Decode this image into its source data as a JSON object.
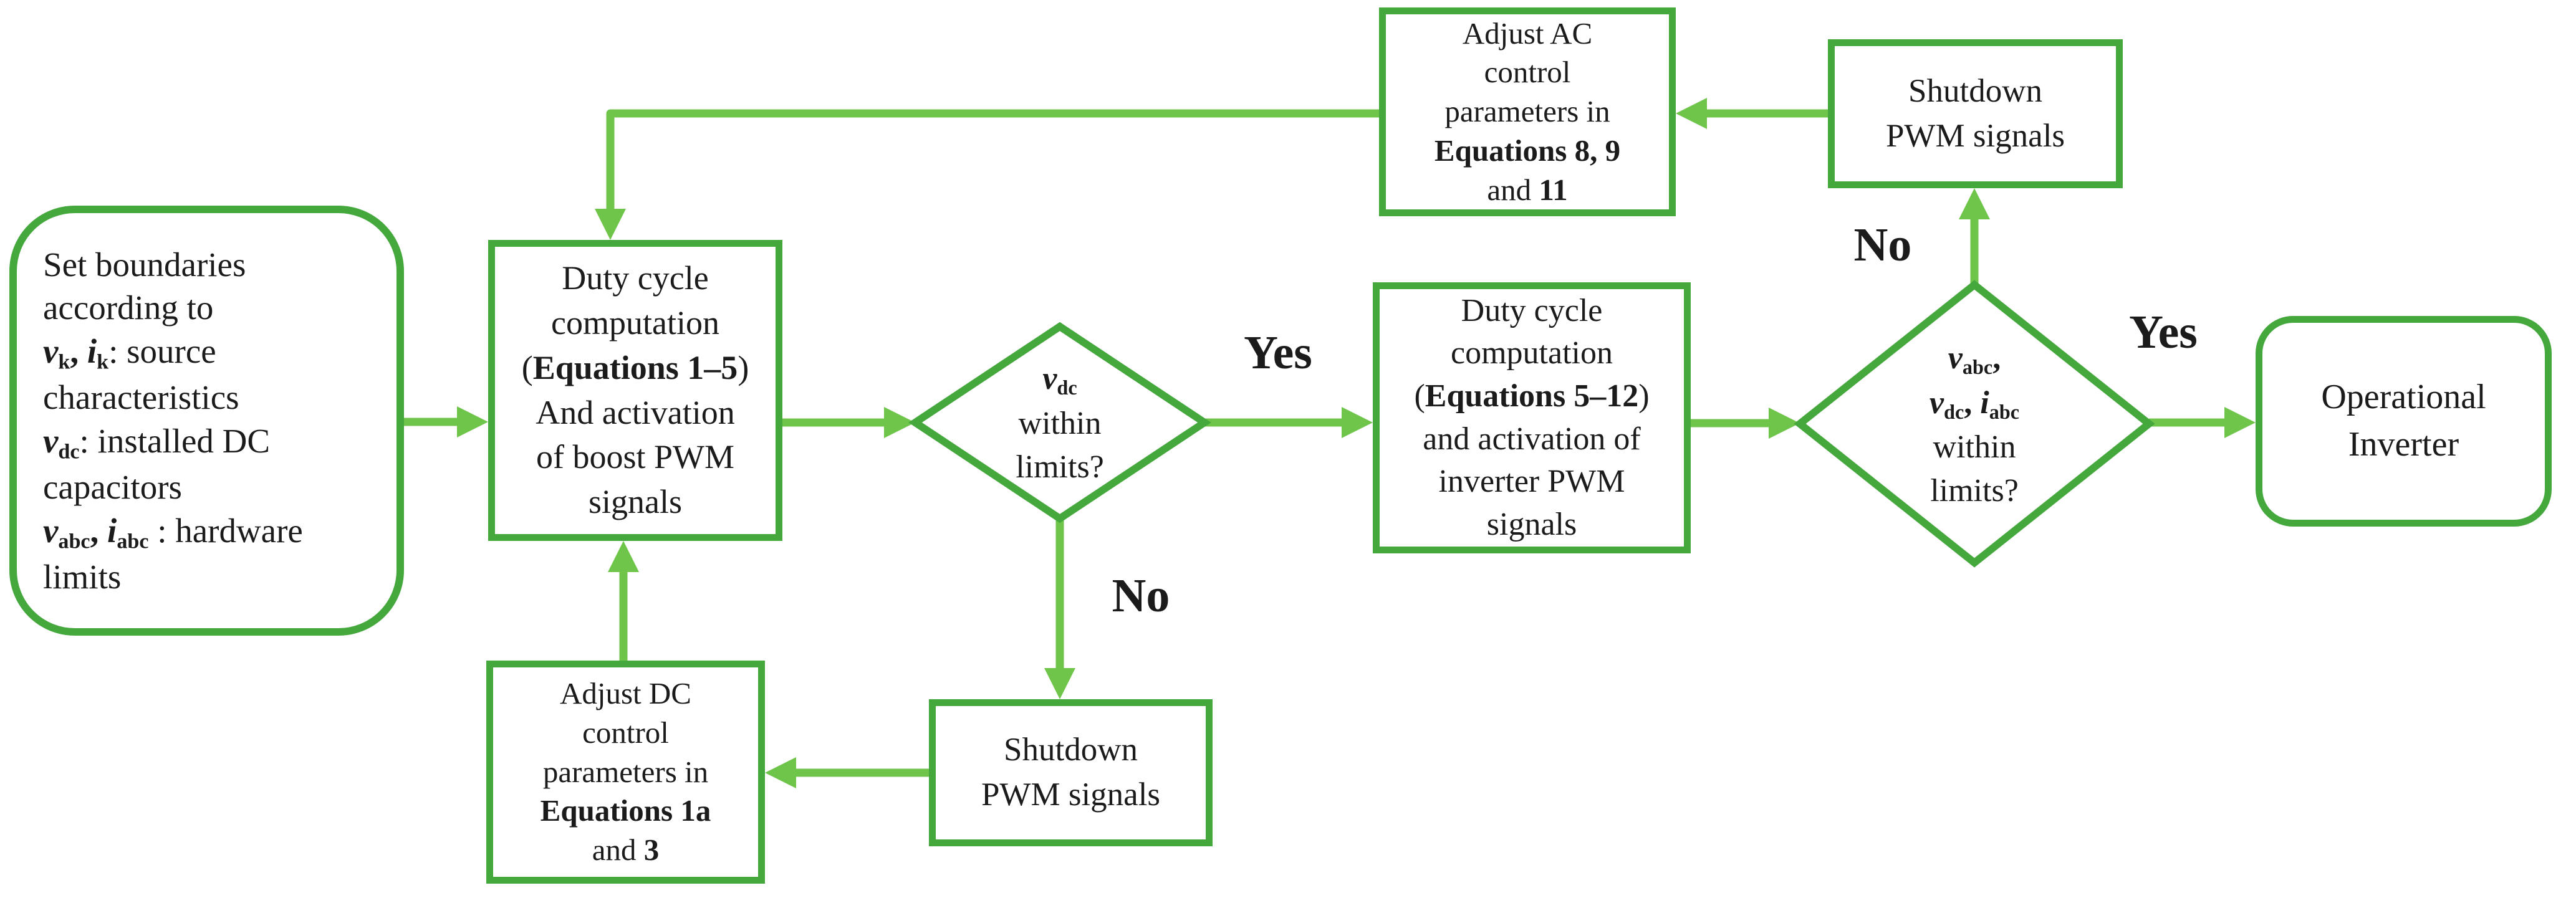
{
  "palette": {
    "border_green": "#44a83c",
    "arrow_green": "#6fc54a",
    "text_color": "#1b1b1b"
  },
  "nodes": {
    "start": {
      "lines": [
        [
          {
            "t": "Set boundaries"
          }
        ],
        [
          {
            "t": "according to"
          }
        ],
        [
          {
            "t": "v",
            "b": true,
            "i": true
          },
          {
            "t": "k",
            "sub": true
          },
          {
            "t": ", ",
            "b": true
          },
          {
            "t": "i",
            "b": true,
            "i": true
          },
          {
            "t": "k",
            "sub": true
          },
          {
            "t": ": source"
          }
        ],
        [
          {
            "t": "characteristics"
          }
        ],
        [
          {
            "t": "v",
            "b": true,
            "i": true
          },
          {
            "t": "dc",
            "sub": true
          },
          {
            "t": ": installed DC"
          }
        ],
        [
          {
            "t": "capacitors"
          }
        ],
        [
          {
            "t": "v",
            "b": true,
            "i": true
          },
          {
            "t": "abc",
            "sub": true
          },
          {
            "t": ", ",
            "b": true
          },
          {
            "t": "i",
            "b": true,
            "i": true
          },
          {
            "t": "abc",
            "sub": true
          },
          {
            "t": " : hardware"
          }
        ],
        [
          {
            "t": "limits"
          }
        ]
      ]
    },
    "boost": {
      "lines": [
        [
          {
            "t": "Duty cycle"
          }
        ],
        [
          {
            "t": "computation"
          }
        ],
        [
          {
            "t": "("
          },
          {
            "t": "Equations 1–5",
            "b": true
          },
          {
            "t": ")"
          }
        ],
        [
          {
            "t": "And activation"
          }
        ],
        [
          {
            "t": "of boost PWM"
          }
        ],
        [
          {
            "t": "signals"
          }
        ]
      ]
    },
    "decision_vdc": {
      "lines": [
        [
          {
            "t": "v",
            "b": true,
            "i": true
          },
          {
            "t": "dc",
            "sub": true
          }
        ],
        [
          {
            "t": "within"
          }
        ],
        [
          {
            "t": "limits?"
          }
        ]
      ]
    },
    "inverter": {
      "lines": [
        [
          {
            "t": "Duty cycle"
          }
        ],
        [
          {
            "t": "computation"
          }
        ],
        [
          {
            "t": "("
          },
          {
            "t": "Equations 5–12",
            "b": true
          },
          {
            "t": ")"
          }
        ],
        [
          {
            "t": "and activation of"
          }
        ],
        [
          {
            "t": "inverter PWM"
          }
        ],
        [
          {
            "t": "signals"
          }
        ]
      ]
    },
    "decision_abc": {
      "lines": [
        [
          {
            "t": "v",
            "b": true,
            "i": true
          },
          {
            "t": "abc",
            "sub": true
          },
          {
            "t": ",",
            "b": true
          }
        ],
        [
          {
            "t": "v",
            "b": true,
            "i": true
          },
          {
            "t": "dc",
            "sub": true
          },
          {
            "t": ", ",
            "b": true
          },
          {
            "t": "i",
            "b": true,
            "i": true
          },
          {
            "t": "abc",
            "sub": true
          }
        ],
        [
          {
            "t": "within"
          }
        ],
        [
          {
            "t": "limits?"
          }
        ]
      ]
    },
    "operational": {
      "lines": [
        [
          {
            "t": "Operational"
          }
        ],
        [
          {
            "t": "Inverter"
          }
        ]
      ]
    },
    "adjust_ac": {
      "lines": [
        [
          {
            "t": "Adjust AC"
          }
        ],
        [
          {
            "t": "control"
          }
        ],
        [
          {
            "t": "parameters in"
          }
        ],
        [
          {
            "t": "Equations 8, 9",
            "b": true
          }
        ],
        [
          {
            "t": "and "
          },
          {
            "t": "11",
            "b": true
          }
        ]
      ]
    },
    "shutdown_ac": {
      "lines": [
        [
          {
            "t": "Shutdown"
          }
        ],
        [
          {
            "t": "PWM signals"
          }
        ]
      ]
    },
    "shutdown_dc": {
      "lines": [
        [
          {
            "t": "Shutdown"
          }
        ],
        [
          {
            "t": "PWM signals"
          }
        ]
      ]
    },
    "adjust_dc": {
      "lines": [
        [
          {
            "t": "Adjust DC"
          }
        ],
        [
          {
            "t": "control"
          }
        ],
        [
          {
            "t": "parameters in"
          }
        ],
        [
          {
            "t": "Equations 1a",
            "b": true
          }
        ],
        [
          {
            "t": "and "
          },
          {
            "t": "3",
            "b": true
          }
        ]
      ]
    }
  },
  "labels": {
    "yes_vdc": "Yes",
    "no_vdc": "No",
    "yes_abc": "Yes",
    "no_abc": "No"
  }
}
